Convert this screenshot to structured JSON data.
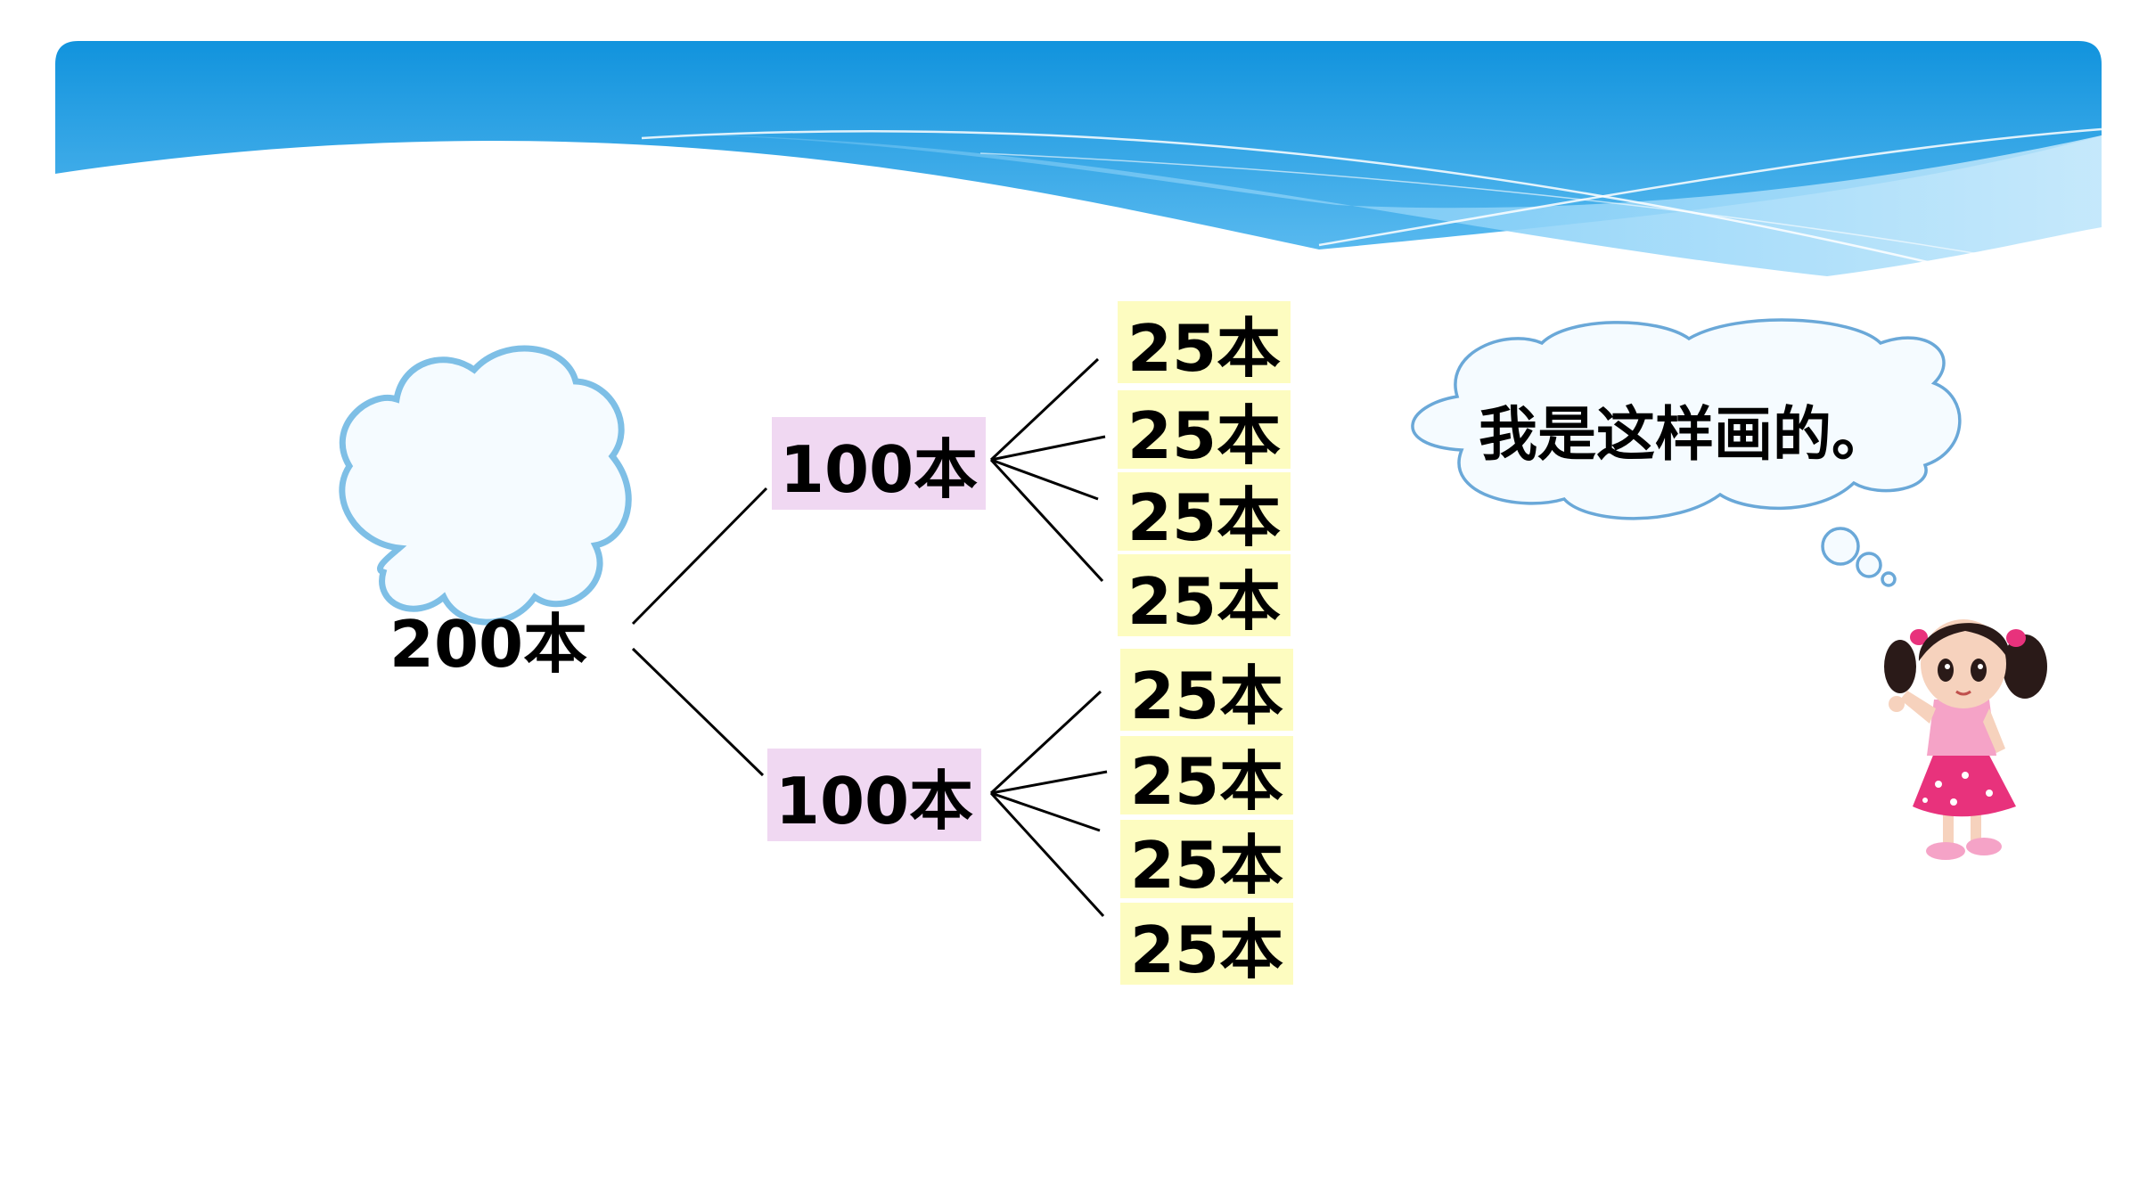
{
  "diagram": {
    "root": {
      "label": "200本"
    },
    "branches": [
      {
        "label": "100本",
        "leaves": [
          "25本",
          "25本",
          "25本",
          "25本"
        ]
      },
      {
        "label": "100本",
        "leaves": [
          "25本",
          "25本",
          "25本",
          "25本"
        ]
      }
    ],
    "speech": "我是这样画的。"
  },
  "colors": {
    "banner_dark": "#1193dd",
    "banner_light": "#8fd3f8",
    "cloud_stroke": "#7ebfe6",
    "cloud_fill": "#f5fbff",
    "mid_box": "#f0d8f2",
    "leaf_box": "#fdfcc0",
    "leaf_border": "#f2f29a",
    "shirt": "#f5a3c7",
    "skirt": "#e8327c"
  },
  "icons": [
    "girl-character-icon"
  ]
}
